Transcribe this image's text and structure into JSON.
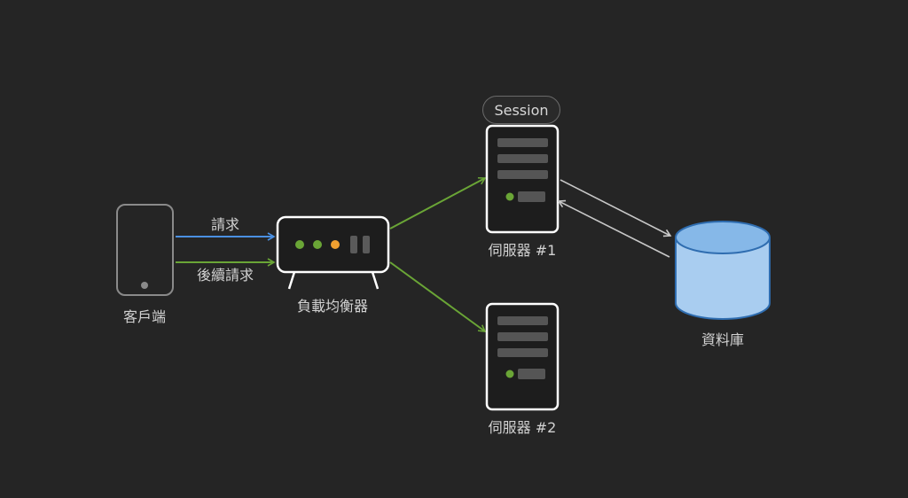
{
  "labels": {
    "client": "客戶端",
    "request": "請求",
    "subsequent_request": "後續請求",
    "load_balancer": "負載均衡器",
    "server1": "伺服器 #1",
    "server2": "伺服器 #2",
    "database": "資料庫",
    "session": "Session"
  },
  "colors": {
    "background": "#252525",
    "request_arrow": "#4a90e2",
    "routing_arrow": "#6aa536",
    "db_link": "#c8c8c8",
    "led_green": "#6aa536",
    "led_orange": "#f0a030",
    "database_fill": "#a9cdf0",
    "database_stroke": "#2f6db0"
  },
  "load_balancer_leds": [
    "green",
    "green",
    "orange"
  ]
}
